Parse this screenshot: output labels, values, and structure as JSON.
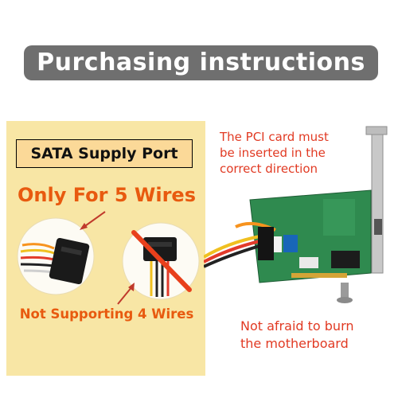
{
  "header": {
    "title": "Purchasing instructions"
  },
  "left_panel": {
    "port_label": "SATA Supply Port",
    "supported_text": "Only For 5 Wires",
    "unsupported_text": "Not Supporting 4 Wires"
  },
  "right_panel": {
    "direction_note": "The PCI card must be inserted in the correct direction",
    "safety_note": "Not afraid to burn the motherboard"
  },
  "colors": {
    "banner": "#6f6f6f",
    "panel": "#f8e6a5",
    "accent": "#e85a0f",
    "note": "#e13a23"
  }
}
